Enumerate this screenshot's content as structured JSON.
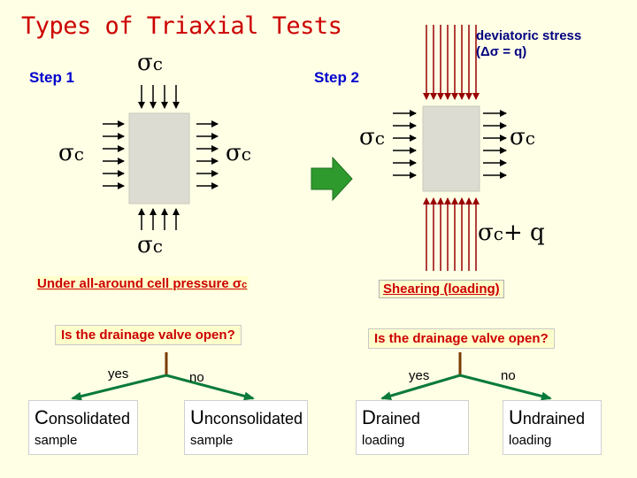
{
  "title": "Types of Triaxial Tests",
  "step1": {
    "label": "Step 1"
  },
  "step2": {
    "label": "Step 2"
  },
  "sigma": {
    "symbol": "σ",
    "sub": "c"
  },
  "sigma_cq": {
    "symbol": "σ",
    "sub": "c",
    "suffix": "+ q"
  },
  "deviatoric": {
    "line1": "deviatoric stress",
    "line2": "(Δσ = q)"
  },
  "phase1": {
    "text": "Under all-around cell pressure σ",
    "sub": "c"
  },
  "phase2": {
    "text": "Shearing (loading)"
  },
  "q1": {
    "question": "Is the drainage valve open?",
    "yes": "yes",
    "no": "no"
  },
  "q2": {
    "question": "Is the drainage valve open?",
    "yes": "yes",
    "no": "no"
  },
  "outcomes": {
    "consolidated": {
      "cap": "C",
      "rest": "onsolidated",
      "sub": "sample"
    },
    "unconsolidated": {
      "cap": "U",
      "rest": "nconsolidated",
      "sub": "sample"
    },
    "drained": {
      "cap": "D",
      "rest": "rained",
      "sub": "loading"
    },
    "undrained": {
      "cap": "U",
      "rest": "ndrained",
      "sub": "loading"
    }
  },
  "colors": {
    "title": "#cc0000",
    "step": "#0000cc",
    "arrow_black": "#000000",
    "arrow_red": "#990000",
    "arrow_green": "#2e9a2e",
    "tree_brown": "#7a3a00",
    "tree_green": "#0a7a3a",
    "specimen": "#dcdcd2"
  }
}
